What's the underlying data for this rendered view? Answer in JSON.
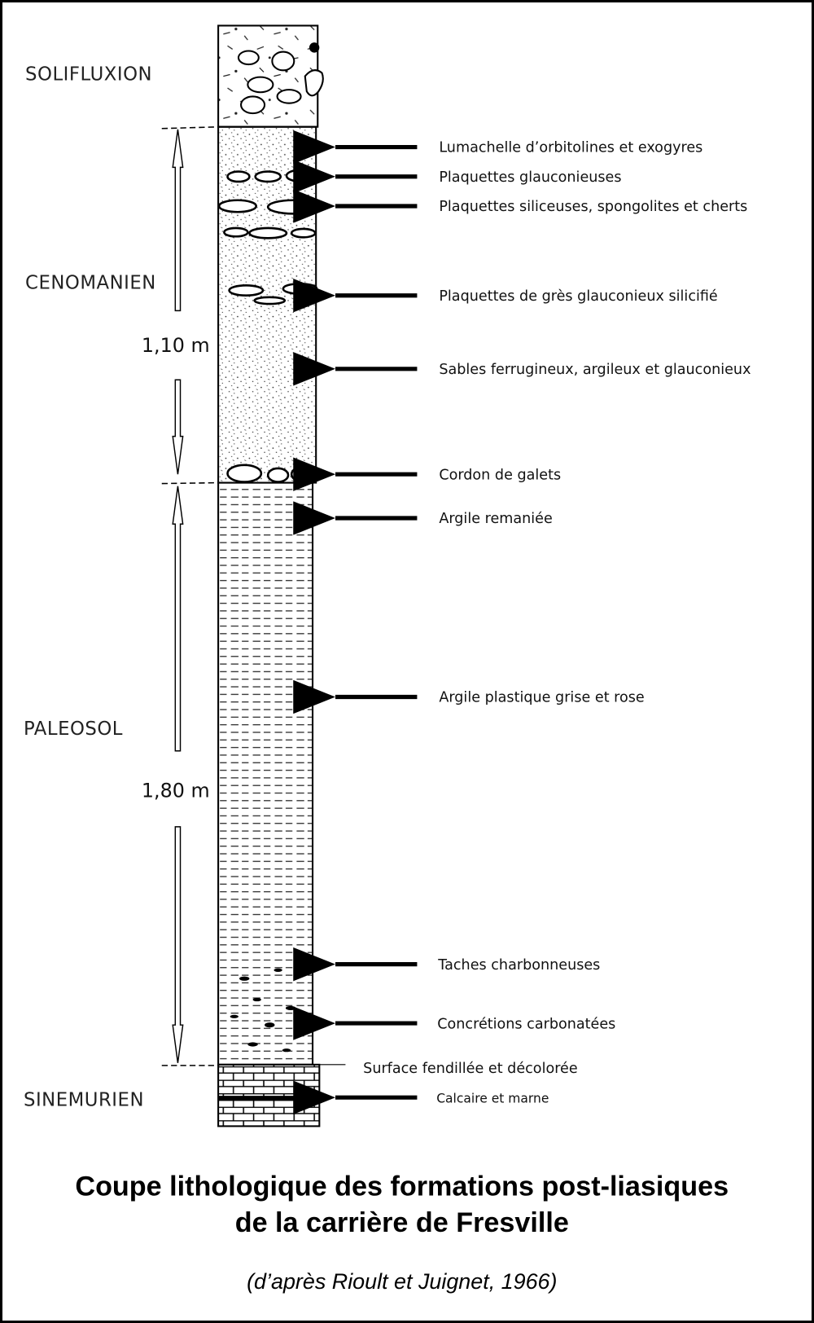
{
  "units": {
    "solifluxion": "SOLIFLUXION",
    "cenomanien": "CENOMANIEN",
    "paleosol": "PALEOSOL",
    "sinemurien": "SINEMURIEN"
  },
  "thickness": {
    "cenomanien": "1,10 m",
    "paleosol": "1,80 m"
  },
  "layer_labels": [
    "Lumachelle d’orbitolines et exogyres",
    "Plaquettes glauconieuses",
    "Plaquettes siliceuses, spongolites et cherts",
    "Plaquettes de grès glauconieux silicifié",
    "Sables ferrugineux, argileux et glauconieux",
    "Cordon de galets",
    "Argile remaniée",
    "Argile plastique grise et rose",
    "Taches charbonneuses",
    "Concrétions carbonatées",
    "Surface fendillée et décolorée",
    "Calcaire et marne"
  ],
  "title_line1": "Coupe lithologique des formations post-liasiques",
  "title_line2": "de la carrière de Fresville",
  "source": "(d’après Rioult et Juignet, 1966)"
}
